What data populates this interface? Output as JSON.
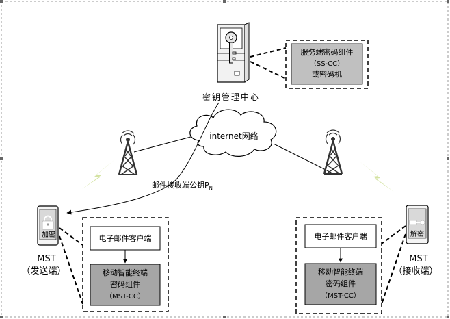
{
  "diagram": {
    "key_center_label": "密钥管理中心",
    "server_module": {
      "line1": "服务端密码组件",
      "line2": "（SS-CC）",
      "line3": "或密码机"
    },
    "cloud_label": "internet网络",
    "arrow_label": "邮件接收端公钥P",
    "arrow_label_sub": "N",
    "sender": {
      "device_label": "加密",
      "name": "MST",
      "role": "（发送端）",
      "client_label": "电子邮件客户端",
      "module": {
        "line1": "移动智能终端",
        "line2": "密码组件",
        "line3": "（MST-CC）"
      }
    },
    "receiver": {
      "device_label": "解密",
      "name": "MST",
      "role": "（接收端）",
      "client_label": "电子邮件客户端",
      "module": {
        "line1": "移动智能终端",
        "line2": "密码组件",
        "line3": "（MST-CC）"
      }
    },
    "colors": {
      "module_fill": "#a6a6a6",
      "server_module_fill": "#c0c0c0",
      "signal": "#d4e3a3",
      "tower": "#333333",
      "line": "#000000",
      "frame": "#999999"
    },
    "icons": [
      "server-icon",
      "key-icon",
      "cloud-icon",
      "antenna-tower-icon",
      "lightning-signal-icon",
      "phone-icon",
      "lock-icon",
      "key-card-icon"
    ]
  }
}
